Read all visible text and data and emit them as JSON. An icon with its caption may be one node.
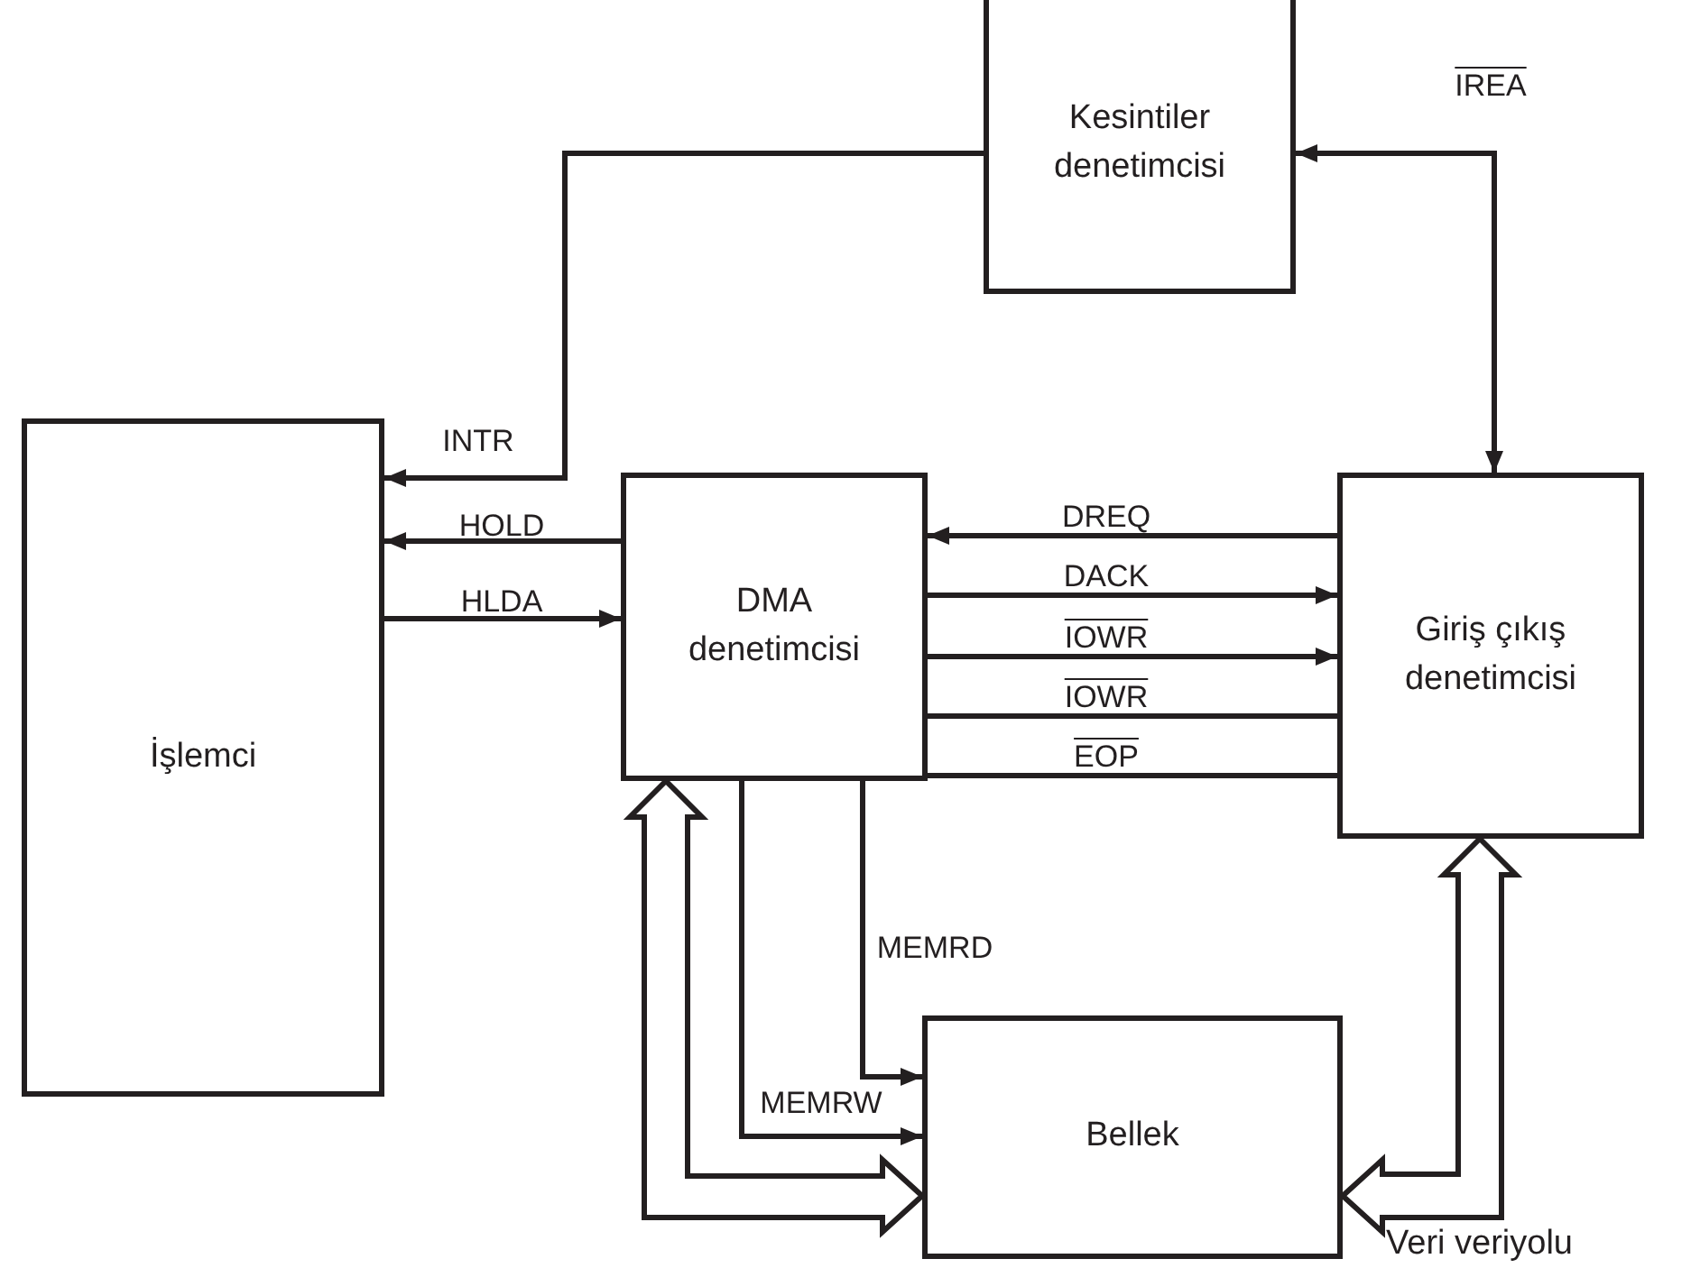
{
  "diagram": {
    "nodes": [
      {
        "text": [
          "Kesintiler denetimcisi"
        ]
      },
      {
        "text": [
          "İşlemci"
        ]
      },
      {
        "text": [
          "DMA denetimcisi"
        ]
      },
      {
        "text": [
          "Giriş çıkış denetimcisi"
        ]
      },
      {
        "text": [
          "Bellek"
        ]
      }
    ],
    "edges": [
      {
        "from": 0,
        "to": 1,
        "arrow": "to",
        "label": "INTR"
      },
      {
        "from": 0,
        "to": 3,
        "arrow": "both",
        "label": "IREA"
      },
      {
        "from": 2,
        "to": 1,
        "arrow": "to",
        "label": "HOLD"
      },
      {
        "from": 1,
        "to": 2,
        "arrow": "to",
        "label": "HLDA"
      },
      {
        "from": 3,
        "to": 2,
        "arrow": "to",
        "label": "DREQ"
      },
      {
        "from": 2,
        "to": 3,
        "arrow": "to",
        "label": "DACK"
      },
      {
        "from": 2,
        "to": 3,
        "arrow": "to",
        "label": "IOWR"
      },
      {
        "from": 2,
        "to": 3,
        "arrow": "none",
        "label": "IOWR"
      },
      {
        "from": 2,
        "to": 3,
        "arrow": "none",
        "label": "EOP"
      },
      {
        "from": 2,
        "to": 4,
        "arrow": "to",
        "label": "MEMRD"
      },
      {
        "from": 2,
        "to": 4,
        "arrow": "to",
        "label": "MEMRW"
      },
      {
        "from": 4,
        "to": 2,
        "arrow": "both",
        "style": "thick"
      },
      {
        "from": 4,
        "to": 3,
        "arrow": "both",
        "style": "thick"
      }
    ],
    "labels": [
      "Veri veriyolu"
    ]
  }
}
